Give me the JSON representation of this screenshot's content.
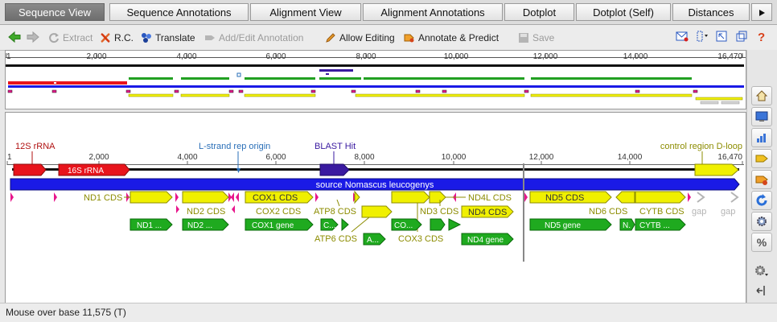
{
  "tabs": [
    {
      "label": "Sequence View",
      "active": true
    },
    {
      "label": "Sequence Annotations"
    },
    {
      "label": "Alignment View"
    },
    {
      "label": "Alignment Annotations"
    },
    {
      "label": "Dotplot"
    },
    {
      "label": "Dotplot (Self)"
    },
    {
      "label": "Distances"
    }
  ],
  "toolbar": {
    "extract": "Extract",
    "rc": "R.C.",
    "translate": "Translate",
    "add_edit": "Add/Edit Annotation",
    "allow_editing": "Allow Editing",
    "annotate_predict": "Annotate & Predict",
    "save": "Save"
  },
  "overview": {
    "ticks": [
      "1",
      "2,000",
      "4,000",
      "6,000",
      "8,000",
      "10,000",
      "12,000",
      "14,000",
      "16,470"
    ]
  },
  "detail": {
    "ticks": [
      "1",
      "2,000",
      "4,000",
      "6,000",
      "8,000",
      "10,000",
      "12,000",
      "14,000",
      "16,470"
    ],
    "labels": {
      "rrna12": "12S rRNA",
      "rrna16": "16S rRNA",
      "lstrand": "L-strand rep origin",
      "blast": "BLAST Hit",
      "control": "control region D-loop",
      "source": "source Nomascus leucogenys",
      "nd1cds": "ND1 CDS",
      "cox1cds": "COX1 CDS",
      "nd2cds": "ND2 CDS",
      "cox2cds": "COX2 CDS",
      "atp8cds": "ATP8 CDS",
      "nd4lcds": "ND4L CDS",
      "nd5cds": "ND5 CDS",
      "nd3cds": "ND3 CDS",
      "nd4cds": "ND4 CDS",
      "nd6cds": "ND6 CDS",
      "cytbcds": "CYTB CDS",
      "gap1": "gap",
      "gap2": "gap",
      "atp6cds": "ATP6 CDS",
      "cox3cds": "COX3 CDS",
      "nd1gene": "ND1 ...",
      "nd2gene": "ND2 ...",
      "cox1gene": "COX1 gene",
      "cgene": "C...",
      "cogene": "CO...",
      "nd5gene": "ND5 gene",
      "ngene": "N.",
      "cytbgene": "CYTB ...",
      "agene": "A...",
      "nd4gene": "ND4 gene"
    }
  },
  "status": "Mouse over base 11,575 (T)",
  "colors": {
    "rrna": "#e8141c",
    "source": "#1a1ae6",
    "cds": "#f0f000",
    "gene": "#1faa1f",
    "trna": "#e8168c",
    "blast": "#3a1aa0",
    "origin": "#2a6fb8",
    "cds_label": "#8c8c00",
    "gap": "#b4b4b4"
  }
}
